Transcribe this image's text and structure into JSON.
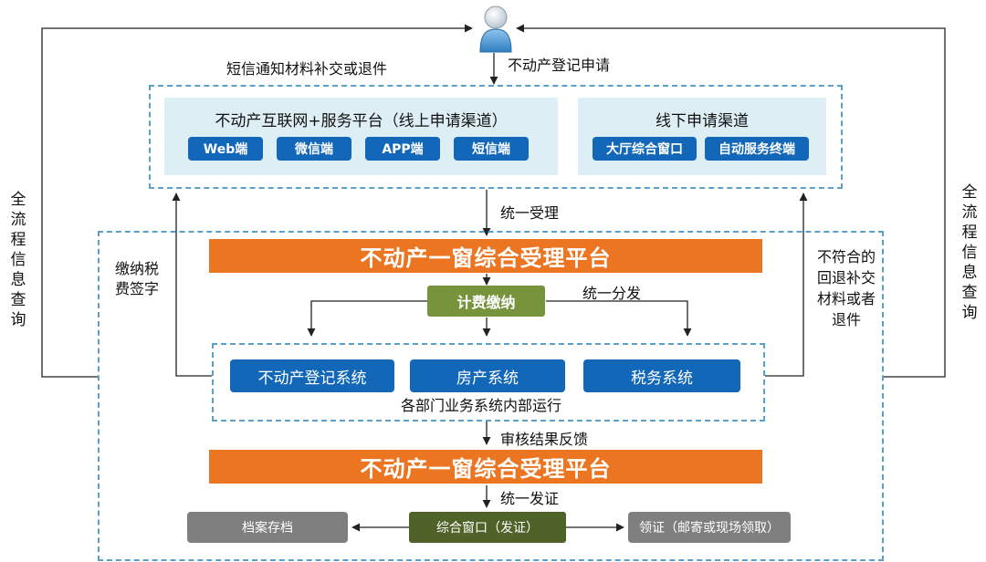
{
  "user": {
    "icon": "person-icon"
  },
  "labels": {
    "apply": "不动产登记申请",
    "sms_notice": "短信通知材料补交或退件",
    "unified_accept": "统一受理",
    "unified_dispatch": "统一分发",
    "review_feedback": "审核结果反馈",
    "unified_issue": "统一发证",
    "pay_sign": "缴纳税费签字",
    "reject_return": "不符合的回退补交材料或者退件",
    "full_query": "全流程信息查询"
  },
  "online": {
    "title": "不动产互联网+服务平台（线上申请渠道）",
    "buttons": [
      "Web端",
      "微信端",
      "APP端",
      "短信端"
    ]
  },
  "offline": {
    "title": "线下申请渠道",
    "buttons": [
      "大厅综合窗口",
      "自动服务终端"
    ]
  },
  "platform": "不动产一窗综合受理平台",
  "fee": "计费缴纳",
  "systems": {
    "items": [
      "不动产登记系统",
      "房产系统",
      "税务系统"
    ],
    "caption": "各部门业务系统内部运行"
  },
  "bottom": {
    "archive": "档案存档",
    "window": "综合窗口（发证）",
    "receive": "领证（邮寄或现场领取）"
  },
  "colors": {
    "blue": "#1367b8",
    "orange": "#ec7522",
    "green": "#77933c",
    "dark_green": "#4f6228",
    "grey": "#7f7f7f",
    "dash": "#5aa0c8",
    "panel": "#ddeef5"
  }
}
